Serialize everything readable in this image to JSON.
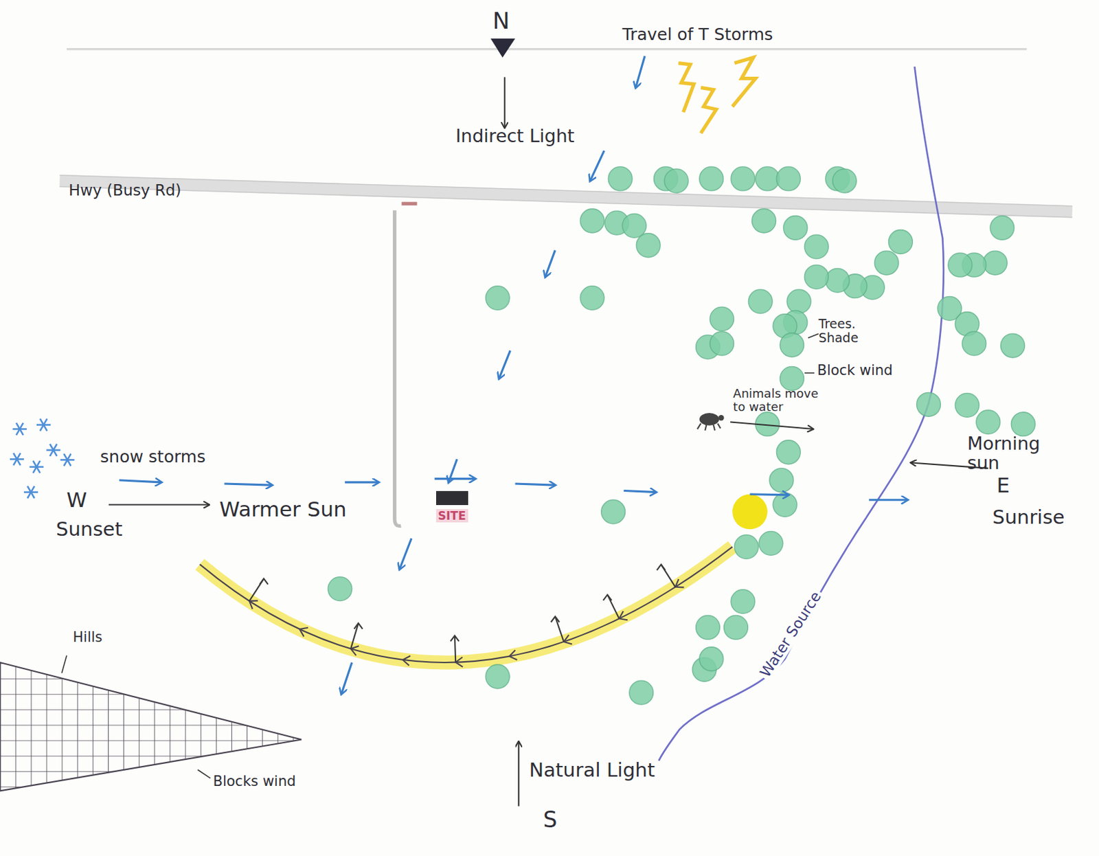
{
  "diagram": {
    "nodes": [
      {
        "text": [
          "SITE"
        ]
      }
    ],
    "labels": [
      "N",
      "Travel of T Storms",
      "Indirect Light",
      "Hwy (Busy Rd)",
      "Trees. Shade",
      "Block wind",
      "Animals move to water",
      "Morning sun",
      "E",
      "Sunrise",
      "snow storms",
      "W",
      "Sunset",
      "Warmer Sun",
      "Hills",
      "Blocks wind",
      "Water Source",
      "Natural Light",
      "S"
    ]
  }
}
